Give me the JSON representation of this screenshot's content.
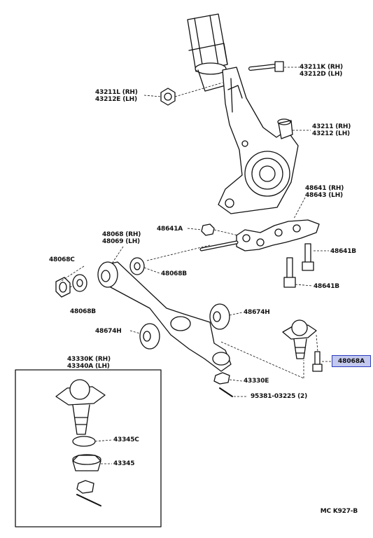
{
  "parts": {
    "p43211k": "43211K (RH)",
    "p43212d": "43212D (LH)",
    "p43211l": "43211L (RH)",
    "p43212e": "43212E (LH)",
    "p43211": "43211 (RH)",
    "p43212": "43212 (LH)",
    "p48641": "48641 (RH)",
    "p48643": "48643 (LH)",
    "p48641a": "48641A",
    "p48068": "48068 (RH)",
    "p48069": "48069 (LH)",
    "p48068c": "48068C",
    "p48068b_top": "48068B",
    "p48068b_left": "48068B",
    "p48641b_top": "48641B",
    "p48641b_bottom": "48641B",
    "p48674h_right": "48674H",
    "p48674h_left": "48674H",
    "p48068a": "48068A",
    "p43330e": "43330E",
    "p95381": "95381-03225 (2)",
    "p43330k": "43330K (RH)",
    "p43340a": "43340A (LH)",
    "p43345c": "43345C",
    "p43345": "43345"
  },
  "diagram_code": "MC K927-B",
  "colors": {
    "highlight_fill": "#c3c8ee",
    "highlight_border": "#2a3abf",
    "line": "#111111"
  }
}
